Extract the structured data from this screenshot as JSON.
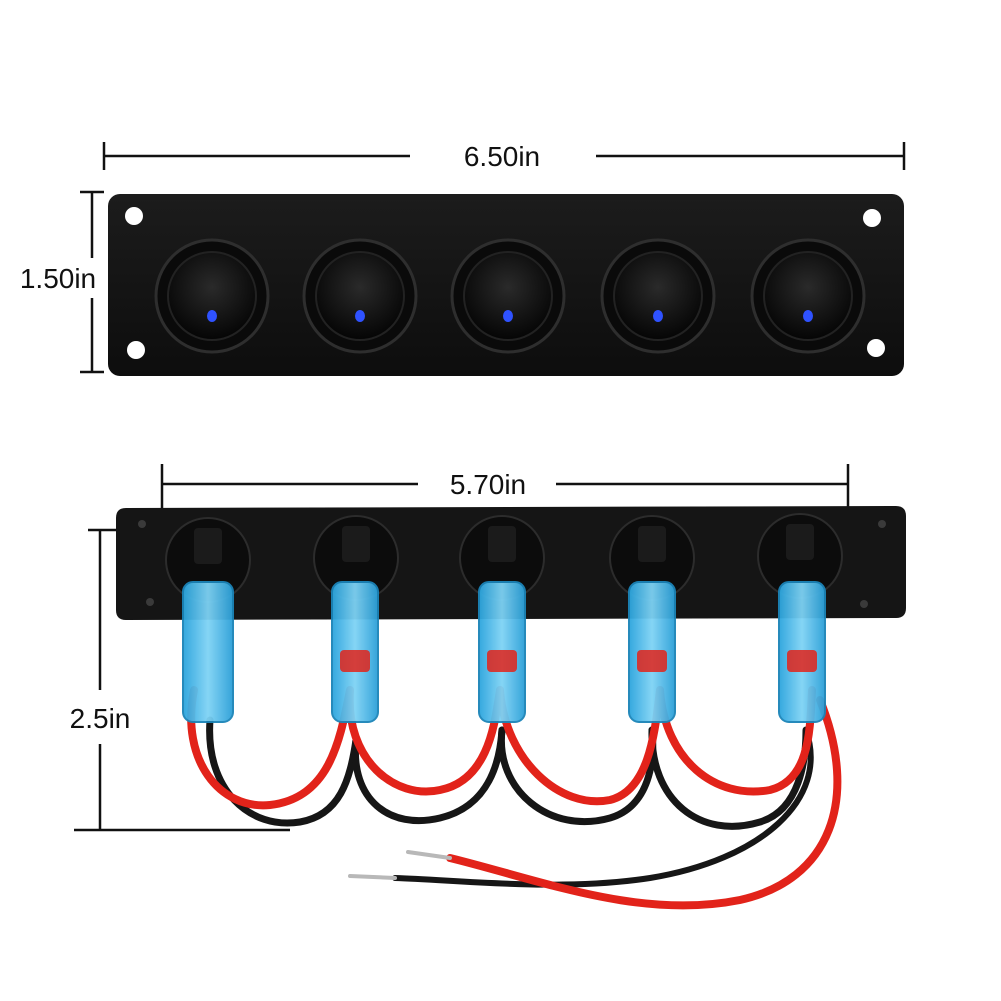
{
  "dimensions": {
    "front_width": "6.50in",
    "front_height": "1.50in",
    "back_hole_span": "5.70in",
    "back_wire_height": "2.5in"
  },
  "panel": {
    "switch_count": 5,
    "panel_color": "#141414",
    "led_color": "#2f52ff",
    "terminal_color": "#3fb6ea",
    "wire_red": "#e2231a",
    "wire_black": "#161616"
  },
  "icons": {
    "rocker_switch": "round-rocker-switch-icon",
    "mount_hole": "mount-hole-icon"
  }
}
